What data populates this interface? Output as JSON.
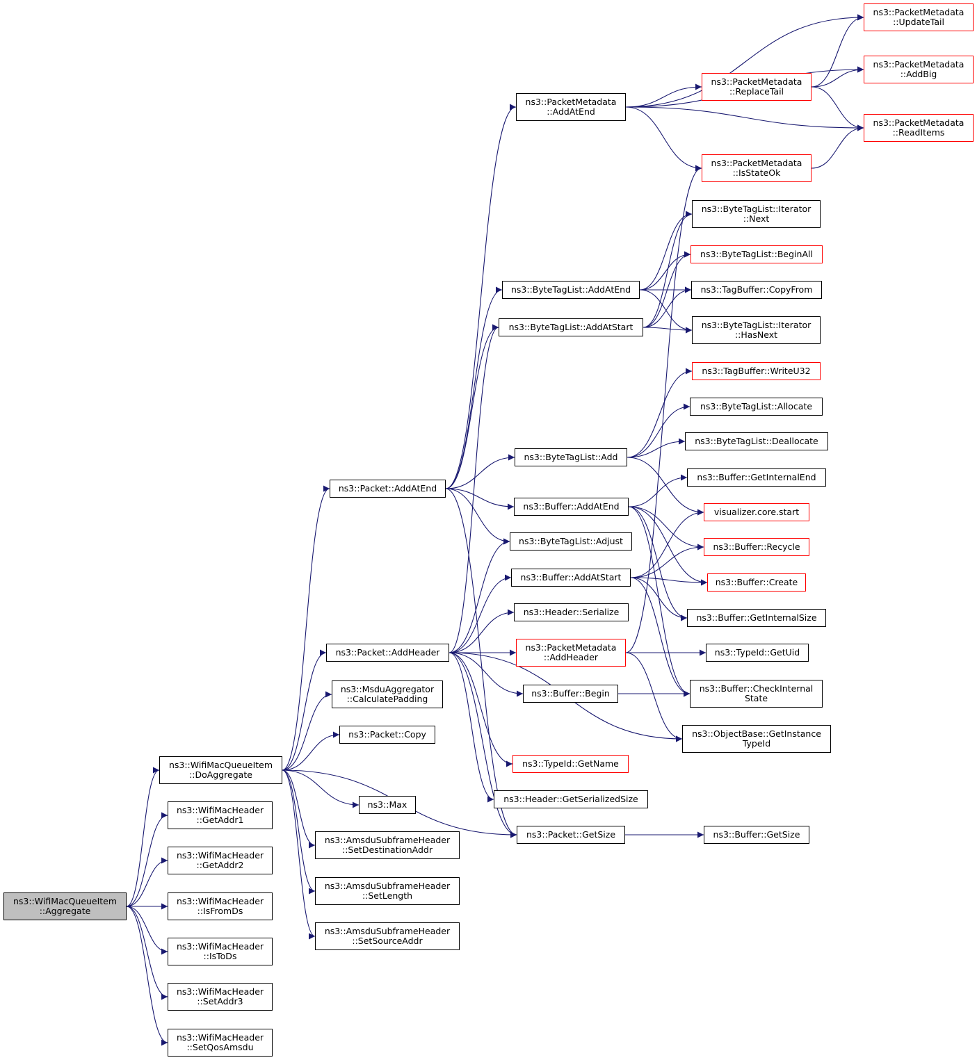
{
  "colors": {
    "edge": "#191970",
    "border": "#000000",
    "highlight_border": "#ff0000",
    "root_fill": "#bfbfbf"
  },
  "nodes": {
    "aggregate": {
      "l1": "ns3::WifiMacQueueItem",
      "l2": "::Aggregate"
    },
    "getaddr1": {
      "l1": "ns3::WifiMacHeader",
      "l2": "::GetAddr1"
    },
    "getaddr2": {
      "l1": "ns3::WifiMacHeader",
      "l2": "::GetAddr2"
    },
    "isfromds": {
      "l1": "ns3::WifiMacHeader",
      "l2": "::IsFromDs"
    },
    "istods": {
      "l1": "ns3::WifiMacHeader",
      "l2": "::IsToDs"
    },
    "setaddr3": {
      "l1": "ns3::WifiMacHeader",
      "l2": "::SetAddr3"
    },
    "setqosamsdu": {
      "l1": "ns3::WifiMacHeader",
      "l2": "::SetQosAmsdu"
    },
    "doaggregate": {
      "l1": "ns3::WifiMacQueueItem",
      "l2": "::DoAggregate"
    },
    "calcpadding": {
      "l1": "ns3::MsduAggregator",
      "l2": "::CalculatePadding"
    },
    "packetcopy": {
      "l1": "ns3::Packet::Copy"
    },
    "max": {
      "l1": "ns3::Max"
    },
    "setdestaddr": {
      "l1": "ns3::AmsduSubframeHeader",
      "l2": "::SetDestinationAddr"
    },
    "setlength": {
      "l1": "ns3::AmsduSubframeHeader",
      "l2": "::SetLength"
    },
    "setsrcaddr": {
      "l1": "ns3::AmsduSubframeHeader",
      "l2": "::SetSourceAddr"
    },
    "packetaddatend": {
      "l1": "ns3::Packet::AddAtEnd"
    },
    "packetaddheader": {
      "l1": "ns3::Packet::AddHeader"
    },
    "pmaddatend": {
      "l1": "ns3::PacketMetadata",
      "l2": "::AddAtEnd"
    },
    "btladdatend": {
      "l1": "ns3::ByteTagList::AddAtEnd"
    },
    "btladdatstart": {
      "l1": "ns3::ByteTagList::AddAtStart"
    },
    "btladd": {
      "l1": "ns3::ByteTagList::Add"
    },
    "bufaddatend": {
      "l1": "ns3::Buffer::AddAtEnd"
    },
    "btladjust": {
      "l1": "ns3::ByteTagList::Adjust"
    },
    "bufaddatstart": {
      "l1": "ns3::Buffer::AddAtStart"
    },
    "headerserialize": {
      "l1": "ns3::Header::Serialize"
    },
    "pmaddheader": {
      "l1": "ns3::PacketMetadata",
      "l2": "::AddHeader"
    },
    "bufbegin": {
      "l1": "ns3::Buffer::Begin"
    },
    "typeidgetname": {
      "l1": "ns3::TypeId::GetName"
    },
    "headergetsersize": {
      "l1": "ns3::Header::GetSerializedSize"
    },
    "packetgetsize": {
      "l1": "ns3::Packet::GetSize"
    },
    "bufgetsize": {
      "l1": "ns3::Buffer::GetSize"
    },
    "pmupdatetail": {
      "l1": "ns3::PacketMetadata",
      "l2": "::UpdateTail"
    },
    "pmaddbig": {
      "l1": "ns3::PacketMetadata",
      "l2": "::AddBig"
    },
    "pmreplacetail": {
      "l1": "ns3::PacketMetadata",
      "l2": "::ReplaceTail"
    },
    "pmreaditems": {
      "l1": "ns3::PacketMetadata",
      "l2": "::ReadItems"
    },
    "pmisstateok": {
      "l1": "ns3::PacketMetadata",
      "l2": "::IsStateOk"
    },
    "btlitnext": {
      "l1": "ns3::ByteTagList::Iterator",
      "l2": "::Next"
    },
    "btlbeginall": {
      "l1": "ns3::ByteTagList::BeginAll"
    },
    "tbcopyfrom": {
      "l1": "ns3::TagBuffer::CopyFrom"
    },
    "btlithasnext": {
      "l1": "ns3::ByteTagList::Iterator",
      "l2": "::HasNext"
    },
    "tbwriteu32": {
      "l1": "ns3::TagBuffer::WriteU32"
    },
    "btlallocate": {
      "l1": "ns3::ByteTagList::Allocate"
    },
    "btldeallocate": {
      "l1": "ns3::ByteTagList::Deallocate"
    },
    "bufgetinternalend": {
      "l1": "ns3::Buffer::GetInternalEnd"
    },
    "vizstart": {
      "l1": "visualizer.core.start"
    },
    "bufrecycle": {
      "l1": "ns3::Buffer::Recycle"
    },
    "bufcreate": {
      "l1": "ns3::Buffer::Create"
    },
    "bufgetinternalsize": {
      "l1": "ns3::Buffer::GetInternalSize"
    },
    "typeidgetuid": {
      "l1": "ns3::TypeId::GetUid"
    },
    "bufcheckstate": {
      "l1": "ns3::Buffer::CheckInternal",
      "l2": "State"
    },
    "objgettypeid": {
      "l1": "ns3::ObjectBase::GetInstance",
      "l2": "TypeId"
    }
  },
  "edges": [
    [
      "aggregate",
      "doaggregate"
    ],
    [
      "aggregate",
      "getaddr1"
    ],
    [
      "aggregate",
      "getaddr2"
    ],
    [
      "aggregate",
      "isfromds"
    ],
    [
      "aggregate",
      "istods"
    ],
    [
      "aggregate",
      "setaddr3"
    ],
    [
      "aggregate",
      "setqosamsdu"
    ],
    [
      "doaggregate",
      "packetaddatend"
    ],
    [
      "doaggregate",
      "packetaddheader"
    ],
    [
      "doaggregate",
      "calcpadding"
    ],
    [
      "doaggregate",
      "packetcopy"
    ],
    [
      "doaggregate",
      "max"
    ],
    [
      "doaggregate",
      "setdestaddr"
    ],
    [
      "doaggregate",
      "setlength"
    ],
    [
      "doaggregate",
      "setsrcaddr"
    ],
    [
      "doaggregate",
      "packetgetsize"
    ],
    [
      "packetaddatend",
      "pmaddatend"
    ],
    [
      "packetaddatend",
      "btladdatend"
    ],
    [
      "packetaddatend",
      "btladdatstart"
    ],
    [
      "packetaddatend",
      "btladd"
    ],
    [
      "packetaddatend",
      "bufaddatend"
    ],
    [
      "packetaddatend",
      "btladjust"
    ],
    [
      "packetaddatend",
      "packetgetsize"
    ],
    [
      "packetaddheader",
      "btladdatstart"
    ],
    [
      "packetaddheader",
      "btladjust"
    ],
    [
      "packetaddheader",
      "bufaddatstart"
    ],
    [
      "packetaddheader",
      "headerserialize"
    ],
    [
      "packetaddheader",
      "pmaddheader"
    ],
    [
      "packetaddheader",
      "bufbegin"
    ],
    [
      "packetaddheader",
      "typeidgetname"
    ],
    [
      "packetaddheader",
      "headergetsersize"
    ],
    [
      "packetaddheader",
      "packetgetsize"
    ],
    [
      "packetaddheader",
      "objgettypeid"
    ],
    [
      "pmaddatend",
      "pmupdatetail"
    ],
    [
      "pmaddatend",
      "pmaddbig"
    ],
    [
      "pmaddatend",
      "pmreplacetail"
    ],
    [
      "pmaddatend",
      "pmreaditems"
    ],
    [
      "pmaddatend",
      "pmisstateok"
    ],
    [
      "pmreplacetail",
      "pmupdatetail"
    ],
    [
      "pmreplacetail",
      "pmaddbig"
    ],
    [
      "pmreplacetail",
      "pmreaditems"
    ],
    [
      "pmisstateok",
      "pmreaditems"
    ],
    [
      "btladdatend",
      "btlitnext"
    ],
    [
      "btladdatend",
      "btlbeginall"
    ],
    [
      "btladdatend",
      "tbcopyfrom"
    ],
    [
      "btladdatend",
      "btlithasnext"
    ],
    [
      "btladdatstart",
      "btlitnext"
    ],
    [
      "btladdatstart",
      "btlbeginall"
    ],
    [
      "btladdatstart",
      "tbcopyfrom"
    ],
    [
      "btladdatstart",
      "btlithasnext"
    ],
    [
      "btladd",
      "tbwriteu32"
    ],
    [
      "btladd",
      "btlallocate"
    ],
    [
      "btladd",
      "btldeallocate"
    ],
    [
      "btladd",
      "vizstart"
    ],
    [
      "bufaddatend",
      "bufgetinternalend"
    ],
    [
      "bufaddatend",
      "bufrecycle"
    ],
    [
      "bufaddatend",
      "bufcreate"
    ],
    [
      "bufaddatend",
      "bufgetinternalsize"
    ],
    [
      "bufaddatend",
      "bufcheckstate"
    ],
    [
      "bufaddatstart",
      "vizstart"
    ],
    [
      "bufaddatstart",
      "bufrecycle"
    ],
    [
      "bufaddatstart",
      "bufcreate"
    ],
    [
      "bufaddatstart",
      "bufgetinternalsize"
    ],
    [
      "bufaddatstart",
      "bufcheckstate"
    ],
    [
      "pmaddheader",
      "pmisstateok"
    ],
    [
      "pmaddheader",
      "typeidgetuid"
    ],
    [
      "pmaddheader",
      "objgettypeid"
    ],
    [
      "bufbegin",
      "bufcheckstate"
    ],
    [
      "packetgetsize",
      "bufgetsize"
    ]
  ]
}
